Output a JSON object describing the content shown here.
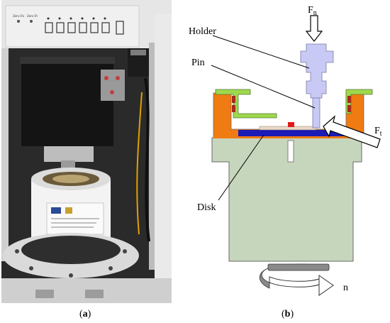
{
  "panels": {
    "a": {
      "caption_open": "(",
      "caption_letter": "a",
      "caption_close": ")"
    },
    "b": {
      "caption_open": "(",
      "caption_letter": "b",
      "caption_close": ")"
    }
  },
  "diagram": {
    "labels": {
      "holder": "Holder",
      "pin": "Pin",
      "disk": "Disk",
      "normal_force_main": "F",
      "normal_force_sub": "n",
      "tangential_force_main": "F",
      "tangential_force_sub": "t",
      "rotation": "n"
    },
    "colors": {
      "base": "#c5d6bd",
      "holder": "#c9c9f5",
      "green_clamp": "#9bd84a",
      "orange_ring": "#f07b12",
      "disk_blue": "#1a1ab8",
      "disk_top": "#e8d7c6",
      "pin_red": "#e01a1a",
      "arrow_gray": "#8a8a8a"
    }
  },
  "photo": {
    "panel_text": {
      "button_left": "Zero Fn",
      "button_right": "Zero Ft"
    },
    "colors": {
      "background": "#2b2b2b",
      "cabinet": "#e9e9e9",
      "heatsink": "#151515",
      "cylinder": "#f2f2f2",
      "platform": "#d8d8d8"
    }
  }
}
